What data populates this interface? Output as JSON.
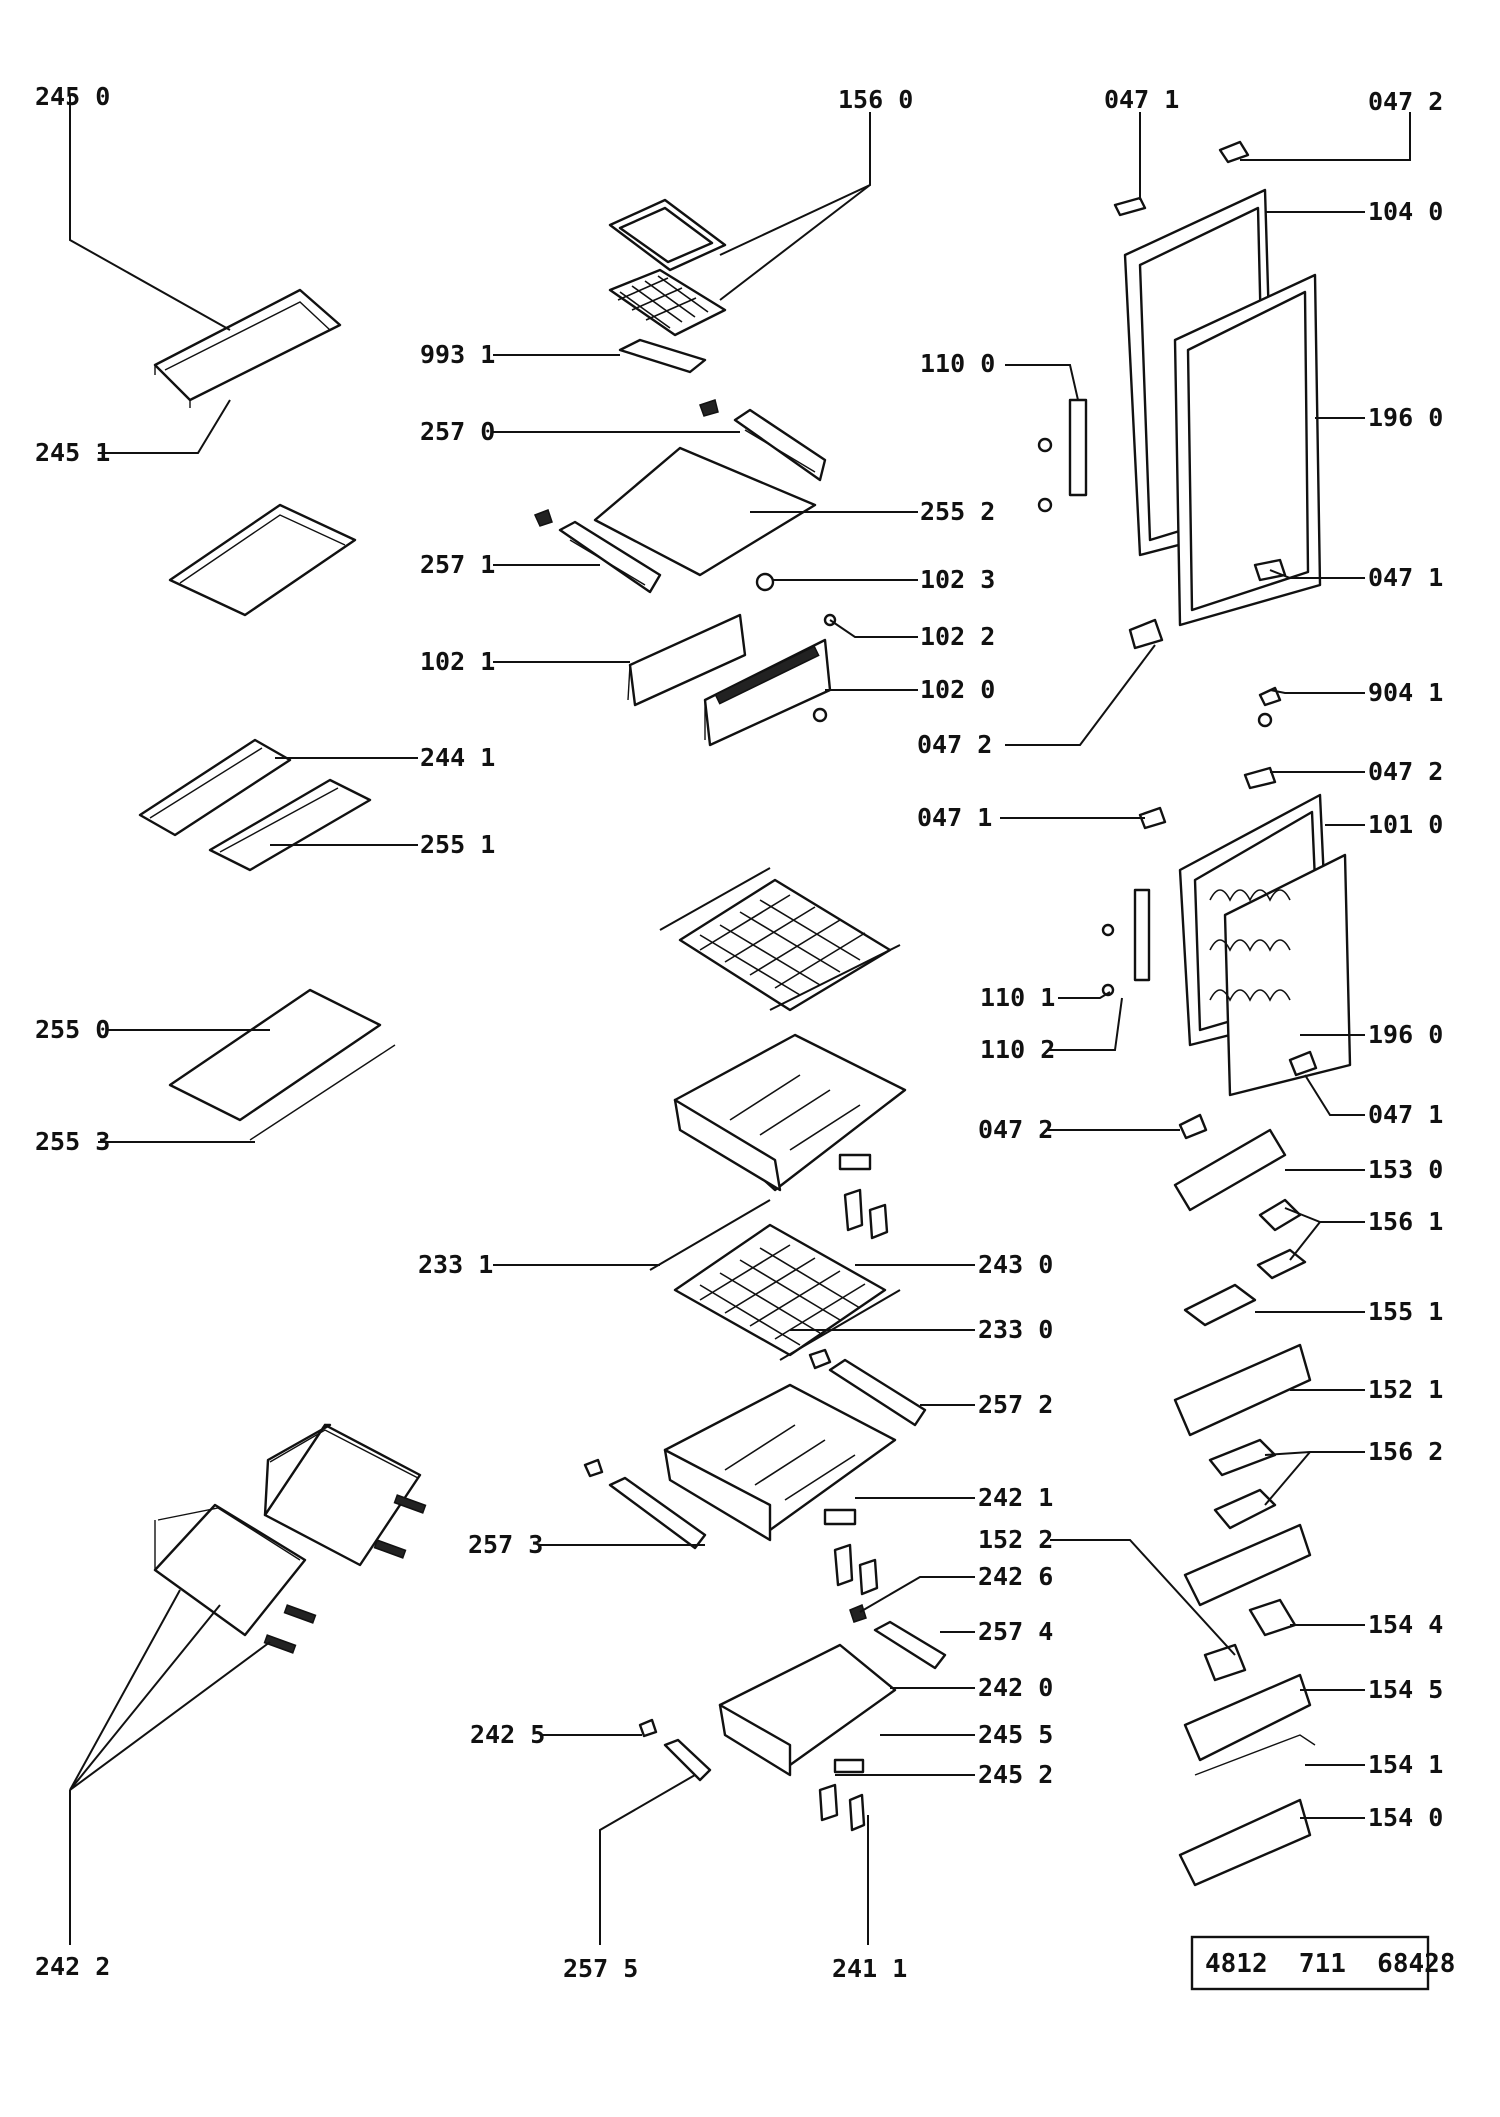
{
  "part_number": "4812  711  68428",
  "labels": [
    "245 0",
    "245 1",
    "156 0",
    "993 1",
    "257 0",
    "255 2",
    "257 1",
    "102 3",
    "102 1",
    "102 2",
    "102 0",
    "047 1",
    "047 2",
    "104 0",
    "110 0",
    "196 0",
    "047 1",
    "047 2",
    "904 1",
    "047 2",
    "047 1",
    "101 0",
    "110 1",
    "110 2",
    "196 0",
    "047 1",
    "047 2",
    "153 0",
    "156 1",
    "155 1",
    "152 1",
    "156 2",
    "152 2",
    "154 4",
    "154 5",
    "154 1",
    "154 0",
    "244 1",
    "255 1",
    "255 0",
    "255 3",
    "233 1",
    "243 0",
    "233 0",
    "257 2",
    "242 1",
    "257 3",
    "242 6",
    "257 4",
    "242 0",
    "242 5",
    "245 5",
    "245 2",
    "242 2",
    "257 5",
    "241 1"
  ]
}
